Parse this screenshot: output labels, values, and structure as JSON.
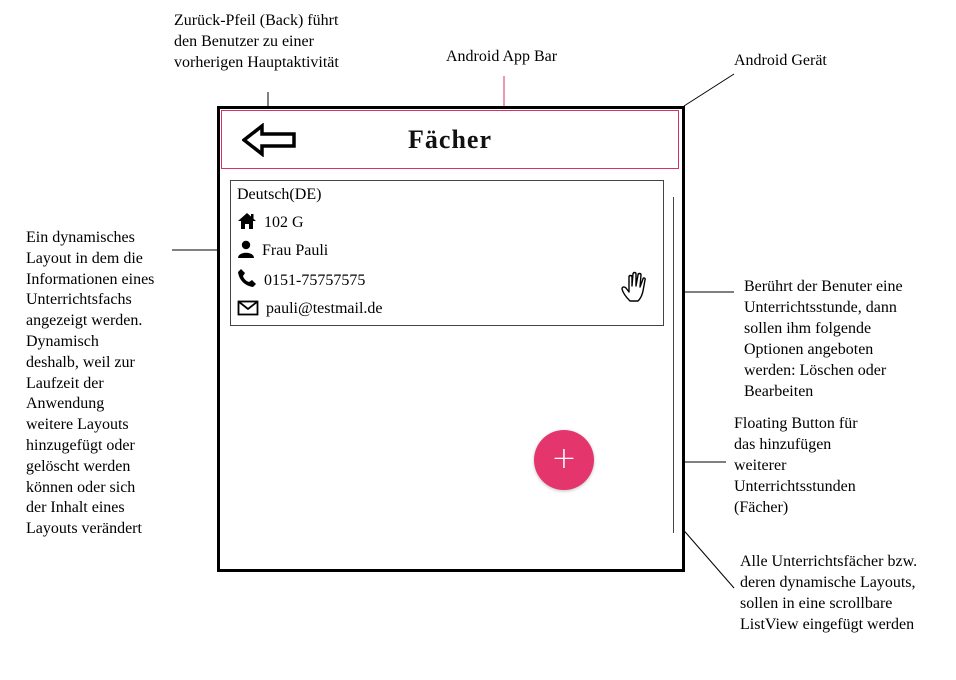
{
  "app": {
    "title": "Fächer",
    "accent_color": "#e5356d",
    "appbar_border_color": "#d6306f"
  },
  "subject_card": {
    "subject": "Deutsch(DE)",
    "room": "102 G",
    "teacher": "Frau Pauli",
    "phone": "0151-75757575",
    "email": "pauli@testmail.de",
    "icons": [
      "home-icon",
      "person-icon",
      "phone-icon",
      "mail-icon",
      "hand-touch-icon"
    ]
  },
  "fab": {
    "label": "+",
    "icon": "plus-icon"
  },
  "annotations": {
    "back_arrow": [
      "Zurück-Pfeil (Back) führt",
      "den Benutzer zu einer",
      "vorherigen Hauptaktivität"
    ],
    "app_bar": [
      "Android App Bar"
    ],
    "device": [
      "Android Gerät"
    ],
    "dynamic_layout": [
      "Ein dynamisches",
      "Layout in dem die",
      "Informationen eines",
      "Unterrichtsfachs",
      "angezeigt werden.",
      "Dynamisch",
      "deshalb, weil zur",
      "Laufzeit der",
      "Anwendung",
      "weitere Layouts",
      "hinzugefügt oder",
      "gelöscht werden",
      "können oder sich",
      "der Inhalt eines",
      "Layouts verändert"
    ],
    "touch": [
      "Berührt der Benuter eine",
      "Unterrichtsstunde, dann",
      "sollen ihm folgende",
      "Optionen angeboten",
      "werden: Löschen oder",
      "Bearbeiten"
    ],
    "floating_button": [
      "Floating Button für",
      "das hinzufügen",
      "weiterer",
      "Unterrichtsstunden",
      "(Fächer)"
    ],
    "listview": [
      "Alle Unterrichtsfächer bzw.",
      "deren dynamische Layouts,",
      "sollen in eine scrollbare",
      "ListView eingefügt werden"
    ]
  }
}
